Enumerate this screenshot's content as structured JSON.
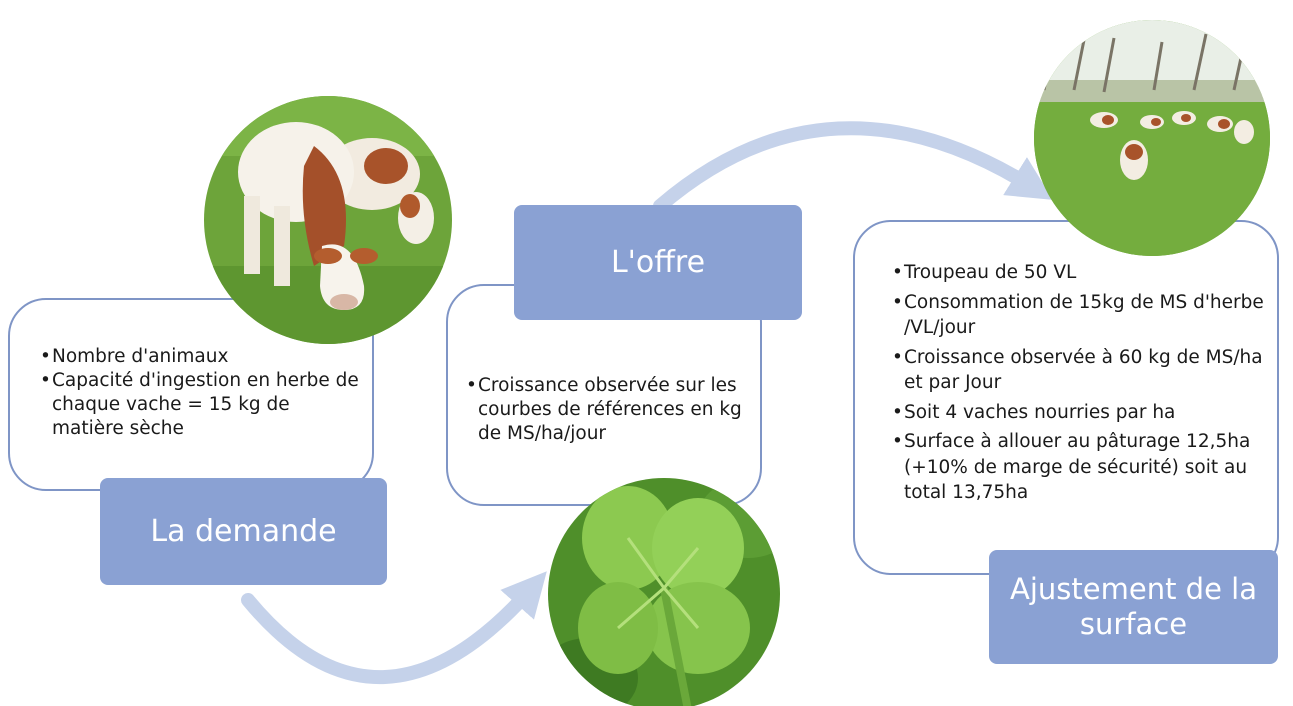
{
  "demande": {
    "label": "La demande",
    "bullets": [
      "Nombre d'animaux",
      "Capacité d'ingestion en herbe de chaque vache = 15 kg de matière sèche"
    ]
  },
  "offre": {
    "label": "L'offre",
    "bullets": [
      "Croissance observée sur les courbes de références en kg de MS/ha/jour"
    ]
  },
  "ajustement": {
    "label": "Ajustement de la surface",
    "bullets": [
      "Troupeau de 50 VL",
      "Consommation de 15kg de MS d'herbe /VL/jour",
      "Croissance observée à 60 kg de MS/ha et par Jour",
      "Soit 4 vaches nourries par ha",
      "Surface à allouer au pâturage 12,5ha (+10% de marge de sécurité) soit au total 13,75ha"
    ]
  },
  "colors": {
    "label_fill": "#8aa1d3",
    "box_border": "#7f95c6",
    "arrow": "#c5d2ea"
  }
}
